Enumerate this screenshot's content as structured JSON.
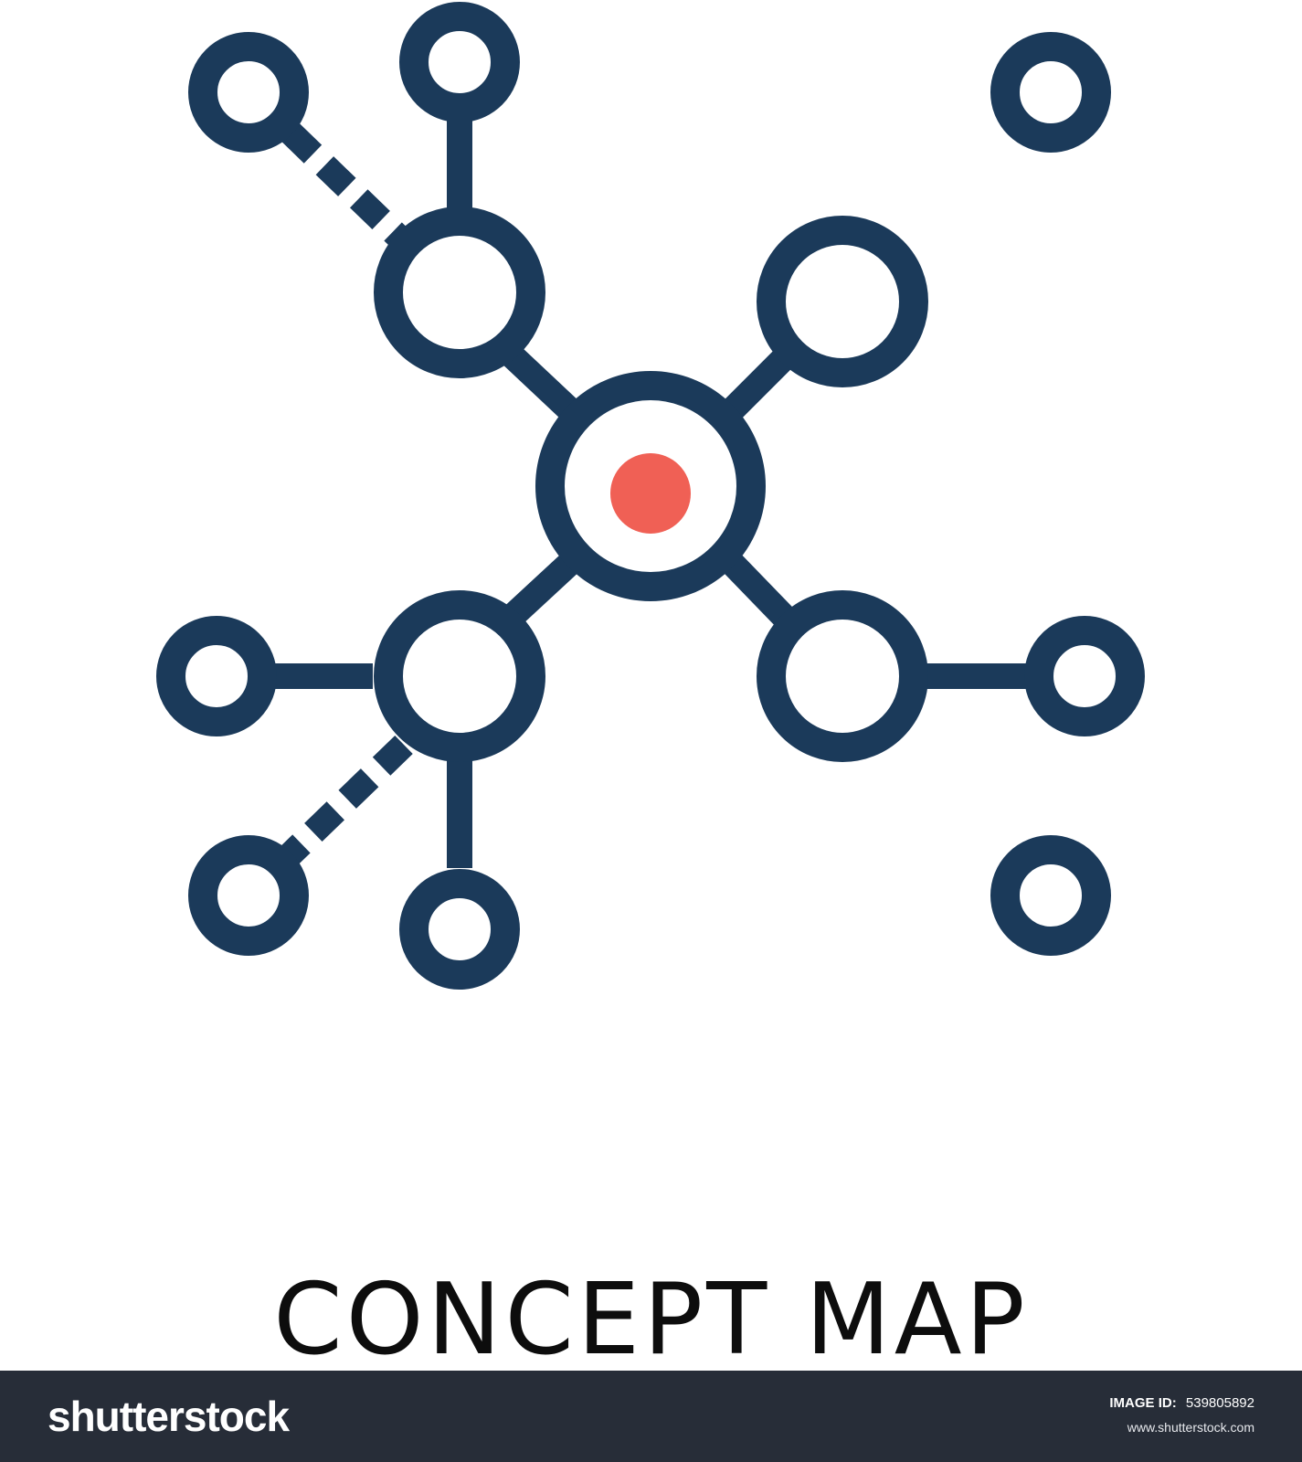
{
  "caption": "CONCEPT MAP",
  "footer": {
    "logo_text": "shutterstock",
    "image_id_label": "IMAGE ID:",
    "image_id_value": "539805892",
    "url": "www.shutterstock.com"
  },
  "colors": {
    "icon_stroke": "#1b3a5a",
    "center_dot": "#f06055",
    "footer_bg": "#272d38",
    "caption_text": "#0d0d0d"
  },
  "icons": {
    "main": "concept-map-network-icon"
  }
}
